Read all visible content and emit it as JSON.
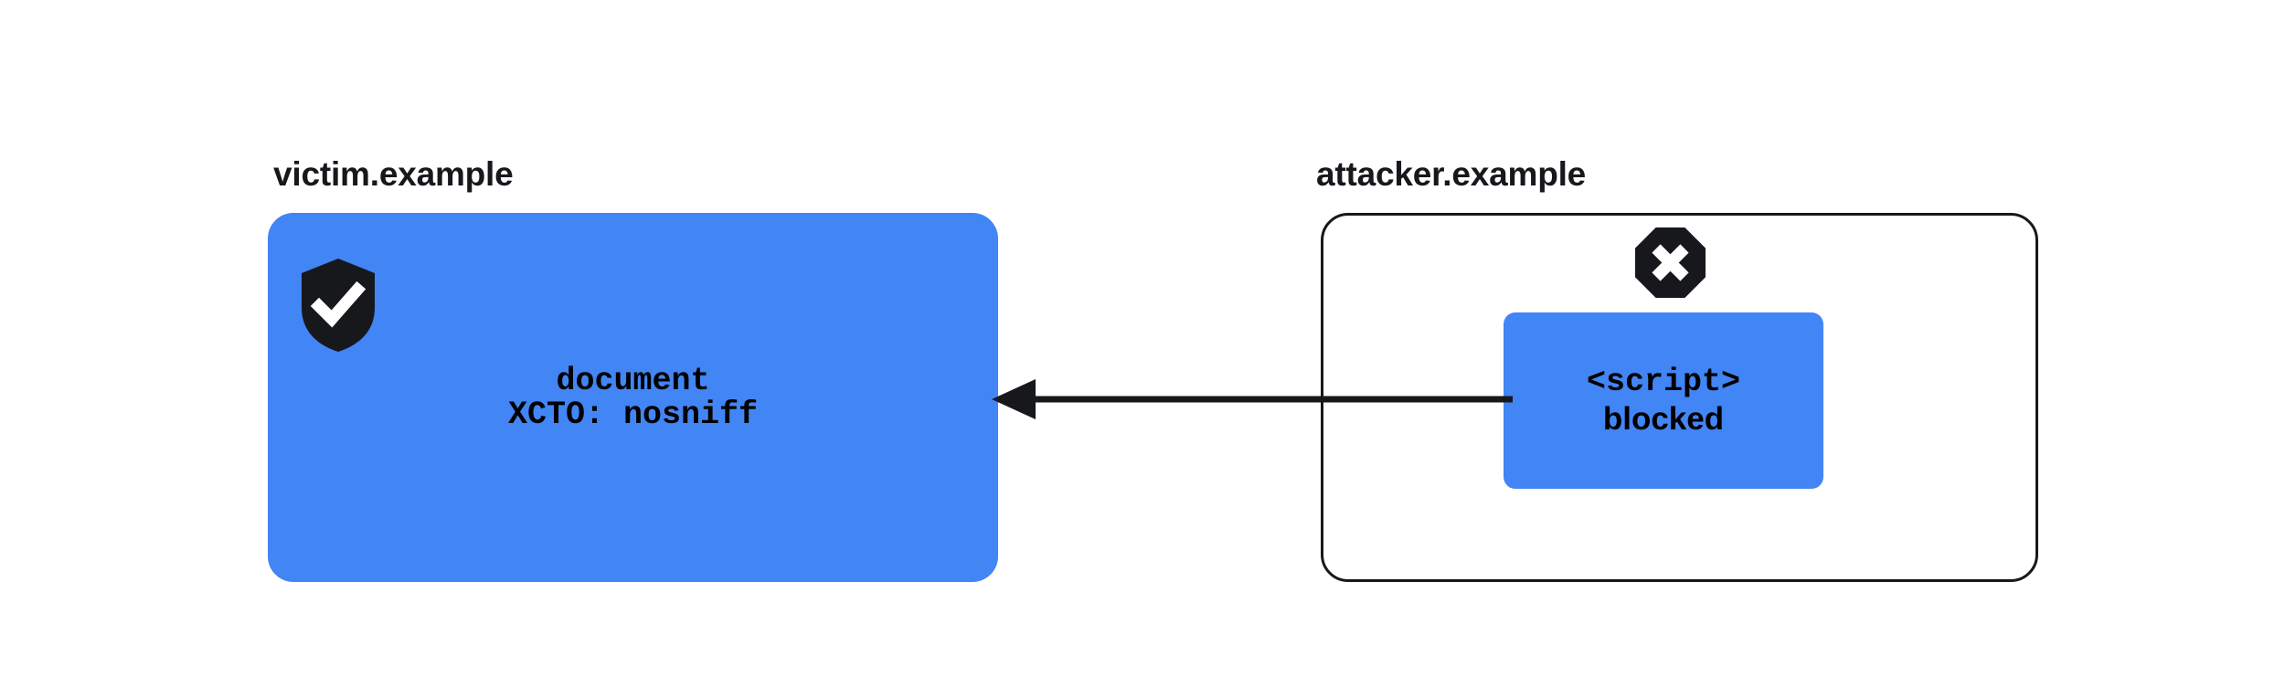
{
  "diagram": {
    "background_color": "#ffffff",
    "accent_color": "#4285f4",
    "ink_color": "#17181c",
    "victim": {
      "origin_label": "victim.example",
      "badge_icon": "shield-check-icon",
      "resource_line_1": "document",
      "resource_line_2": "XCTO: nosniff"
    },
    "attacker": {
      "origin_label": "attacker.example",
      "badge_icon": "octagon-x-icon",
      "script_tag": "<script>",
      "script_status": "blocked"
    },
    "arrow": {
      "icon": "arrow-left-icon",
      "direction": "right-to-left",
      "from": "attacker.example script",
      "to": "victim.example document"
    }
  }
}
